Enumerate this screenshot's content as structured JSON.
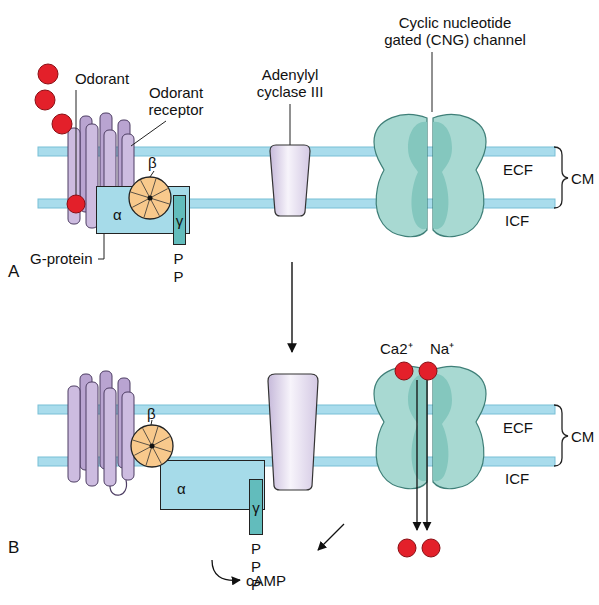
{
  "diagram": {
    "nodes": [
      {
        "text": [
          "β"
        ]
      },
      {
        "text": [
          "α"
        ]
      },
      {
        "text": [
          "γ"
        ],
        "in": 1
      },
      {
        "text": [
          "β"
        ]
      },
      {
        "text": [
          "α"
        ]
      },
      {
        "text": [
          "γ"
        ],
        "in": 4
      }
    ],
    "labels": [
      "Odorant",
      "Odorant receptor",
      "Adenylyl cyclase III",
      "Cyclic nucleotide gated (CNG) channel",
      "ECF",
      "CM",
      "ICF",
      "G-protein",
      "P",
      "P",
      "A",
      "Ca2⁺",
      "Na⁺",
      "ECF",
      "CM",
      "ICF",
      "cAMP",
      "P",
      "P",
      "P",
      "B"
    ]
  }
}
